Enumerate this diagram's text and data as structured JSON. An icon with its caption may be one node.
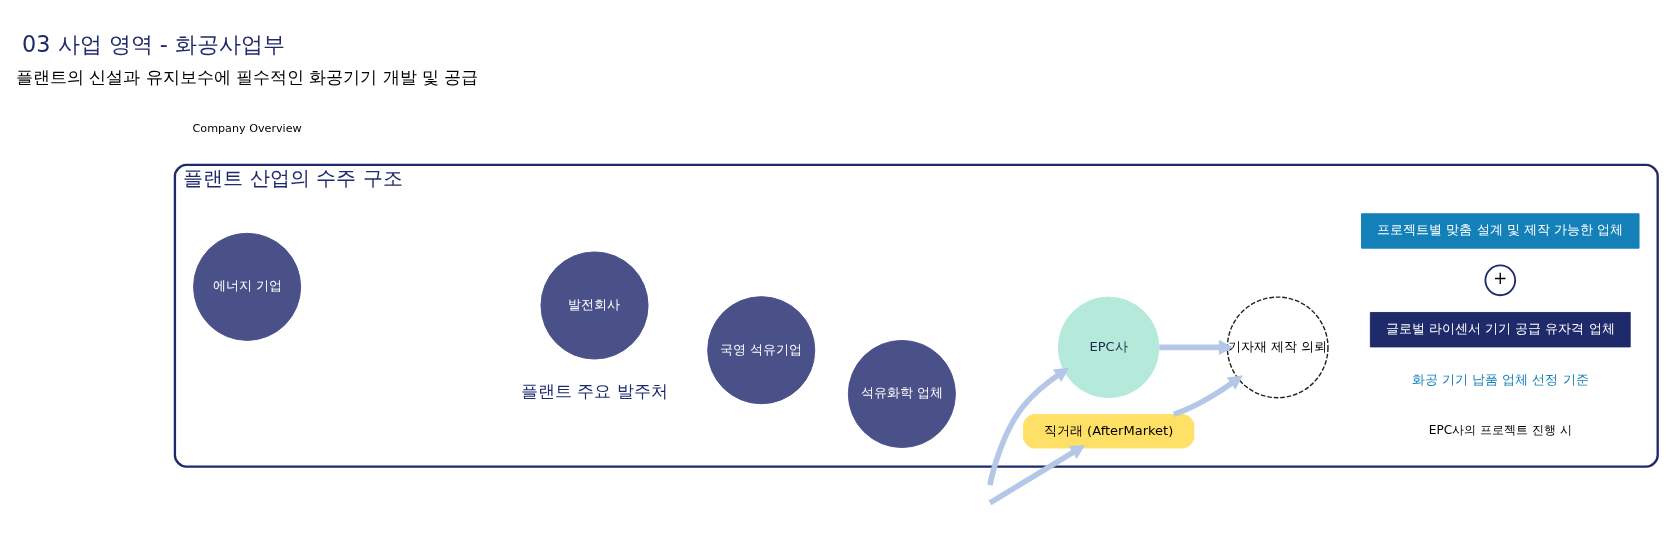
{
  "diagram": {
    "title": "03 사업 영역 - 화공사업부",
    "nodes": [
      {
        "text": [
          "플랜트 산업의 수주 구조"
        ]
      },
      {
        "text": [
          "에너지 기업"
        ],
        "in": 0
      },
      {
        "text": [
          "발전회사"
        ],
        "in": 0
      },
      {
        "text": [
          "국영 석유기업"
        ],
        "in": 0
      },
      {
        "text": [
          "석유화학 업체"
        ],
        "in": 0
      },
      {
        "text": [
          "EPC사"
        ],
        "in": 0
      },
      {
        "text": [
          "직거래 (AfterMarket)"
        ],
        "in": 0
      },
      {
        "text": [
          "기자재 제작 의뢰"
        ],
        "in": 0
      },
      {
        "text": [
          "글로벌 라이센서 기기 공급 유자격 업체"
        ],
        "in": 0
      },
      {
        "text": [
          "+"
        ],
        "in": 0
      },
      {
        "text": [
          "프로젝트별 맞춤 설계 및 제작 가능한 업체"
        ],
        "in": 0
      }
    ],
    "edges": [
      {
        "from": null,
        "to": 5,
        "arrow": "to"
      },
      {
        "from": 5,
        "to": 7,
        "arrow": "to"
      },
      {
        "from": null,
        "to": 6,
        "arrow": "to"
      },
      {
        "from": 6,
        "to": 7,
        "arrow": "to"
      }
    ],
    "labels": [
      "플랜트의 신설과 유지보수에 필수적인 화공기기 개발 및 공급",
      "Company Overview",
      "플랜트 주요 발주처",
      "EPC사의 프로젝트 진행 시",
      "화공 기기 납품 업체 선정 기준"
    ]
  }
}
